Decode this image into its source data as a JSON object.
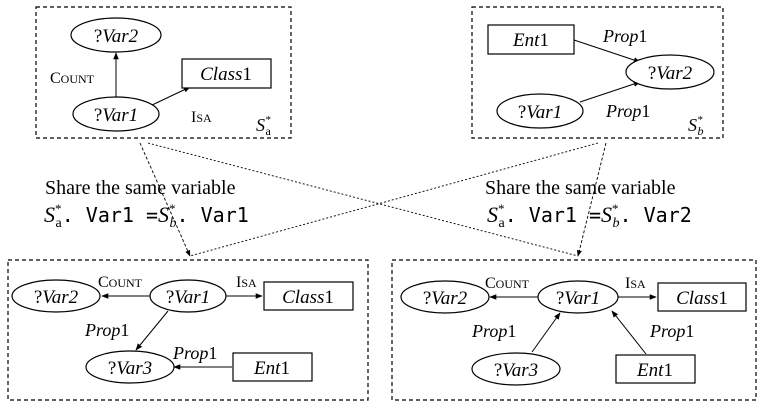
{
  "top_left": {
    "var2_prefix": "?",
    "var2_name": "Var2",
    "var1_prefix": "?",
    "var1_name": "Var1",
    "class_name": "Class",
    "class_num": "1",
    "count_label_c": "C",
    "count_label_rest": "OUNT",
    "isa_label_i": "I",
    "isa_label_rest": "SA",
    "set_main": "S",
    "set_sup": "*",
    "set_sub": "a"
  },
  "top_right": {
    "ent_name": "Ent",
    "ent_num": "1",
    "var2_prefix": "?",
    "var2_name": "Var2",
    "var1_prefix": "?",
    "var1_name": "Var1",
    "prop_top_name": "Prop",
    "prop_top_num": "1",
    "prop_bottom_name": "Prop",
    "prop_bottom_num": "1",
    "set_main": "S",
    "set_sup": "*",
    "set_sub": "b"
  },
  "share_left": {
    "caption": "Share the same variable",
    "lhs_main": "S",
    "lhs_sup": "*",
    "lhs_sub": "a",
    "lhs_rest": ". Var1 =",
    "rhs_main": "S",
    "rhs_sup": "*",
    "rhs_sub": "b",
    "rhs_rest": ". Var1"
  },
  "share_right": {
    "caption": "Share the same variable",
    "lhs_main": "S",
    "lhs_sup": "*",
    "lhs_sub": "a",
    "lhs_rest": ". Var1 =",
    "rhs_main": "S",
    "rhs_sup": "*",
    "rhs_sub": "b",
    "rhs_rest": ". Var2"
  },
  "bottom_left": {
    "var2_prefix": "?",
    "var2_name": "Var2",
    "var1_prefix": "?",
    "var1_name": "Var1",
    "var3_prefix": "?",
    "var3_name": "Var3",
    "class_name": "Class",
    "class_num": "1",
    "ent_name": "Ent",
    "ent_num": "1",
    "count_label_c": "C",
    "count_label_rest": "OUNT",
    "isa_label_i": "I",
    "isa_label_rest": "SA",
    "prop_left_name": "Prop",
    "prop_left_num": "1",
    "prop_right_name": "Prop",
    "prop_right_num": "1"
  },
  "bottom_right": {
    "var2_prefix": "?",
    "var2_name": "Var2",
    "var1_prefix": "?",
    "var1_name": "Var1",
    "var3_prefix": "?",
    "var3_name": "Var3",
    "class_name": "Class",
    "class_num": "1",
    "ent_name": "Ent",
    "ent_num": "1",
    "count_label_c": "C",
    "count_label_rest": "OUNT",
    "isa_label_i": "I",
    "isa_label_rest": "SA",
    "prop_left_name": "Prop",
    "prop_left_num": "1",
    "prop_right_name": "Prop",
    "prop_right_num": "1"
  }
}
